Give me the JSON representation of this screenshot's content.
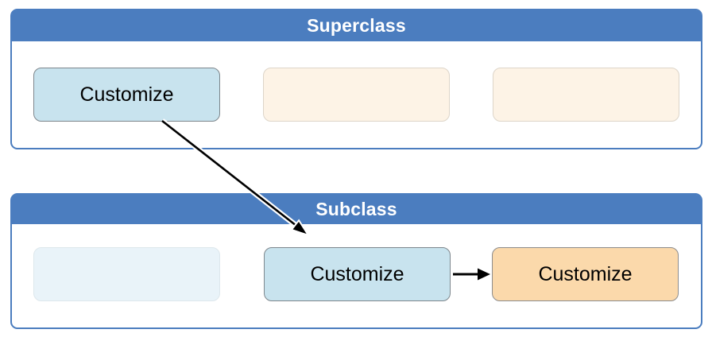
{
  "diagram": {
    "superclass": {
      "title": "Superclass",
      "boxes": [
        {
          "label": "Customize",
          "variant": "blue"
        },
        {
          "label": "",
          "variant": "faded-orange"
        },
        {
          "label": "",
          "variant": "faded-orange"
        }
      ]
    },
    "subclass": {
      "title": "Subclass",
      "boxes": [
        {
          "label": "",
          "variant": "faded-blue"
        },
        {
          "label": "Customize",
          "variant": "blue"
        },
        {
          "label": "Customize",
          "variant": "orange"
        }
      ]
    },
    "arrows": [
      {
        "from": "superclass-customize-box",
        "to": "subclass-customize-middle-box",
        "style": "diagonal-black-with-white-outline"
      },
      {
        "from": "subclass-customize-middle-box",
        "to": "subclass-customize-right-box",
        "style": "horizontal-black"
      }
    ]
  },
  "colors": {
    "panel-blue": "#4b7dbf",
    "panel-header-text": "#ffffff",
    "box-blue-fill": "#c8e3ee",
    "box-blue-border": "#7d868c",
    "box-orange-fill": "#fbd9ab",
    "box-orange-border": "#8c8c8c",
    "box-faded-orange-fill": "#fdf3e6",
    "box-faded-orange-border": "#ddd5c9",
    "box-faded-blue-fill": "#e9f3f9",
    "box-faded-blue-border": "#dde7ec",
    "arrow-black": "#000000",
    "label-text": "#000000"
  }
}
